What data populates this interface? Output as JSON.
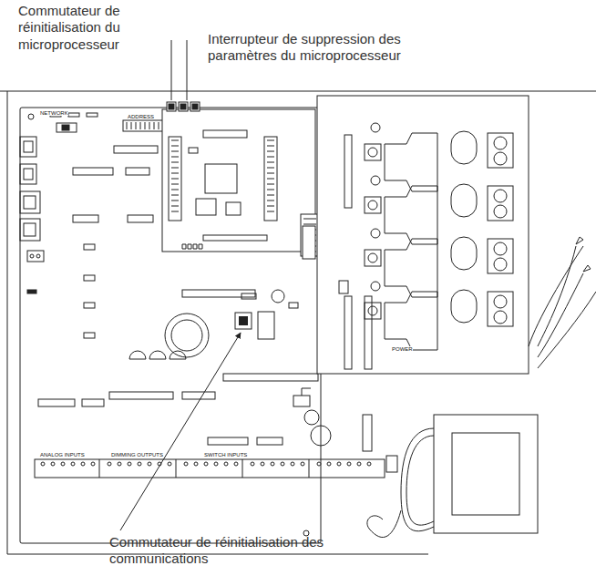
{
  "diagram": {
    "labels": [
      "Commutateur de réinitialisation du microprocesseur",
      "Interrupteur de suppression des paramètres du microprocesseur",
      "Commutateur de réinitialisation des communications",
      "NETWORK",
      "ADDRESS",
      "ANALOG INPUTS",
      "DIMMING OUTPUTS",
      "SWITCH INPUTS",
      "POWER"
    ]
  }
}
